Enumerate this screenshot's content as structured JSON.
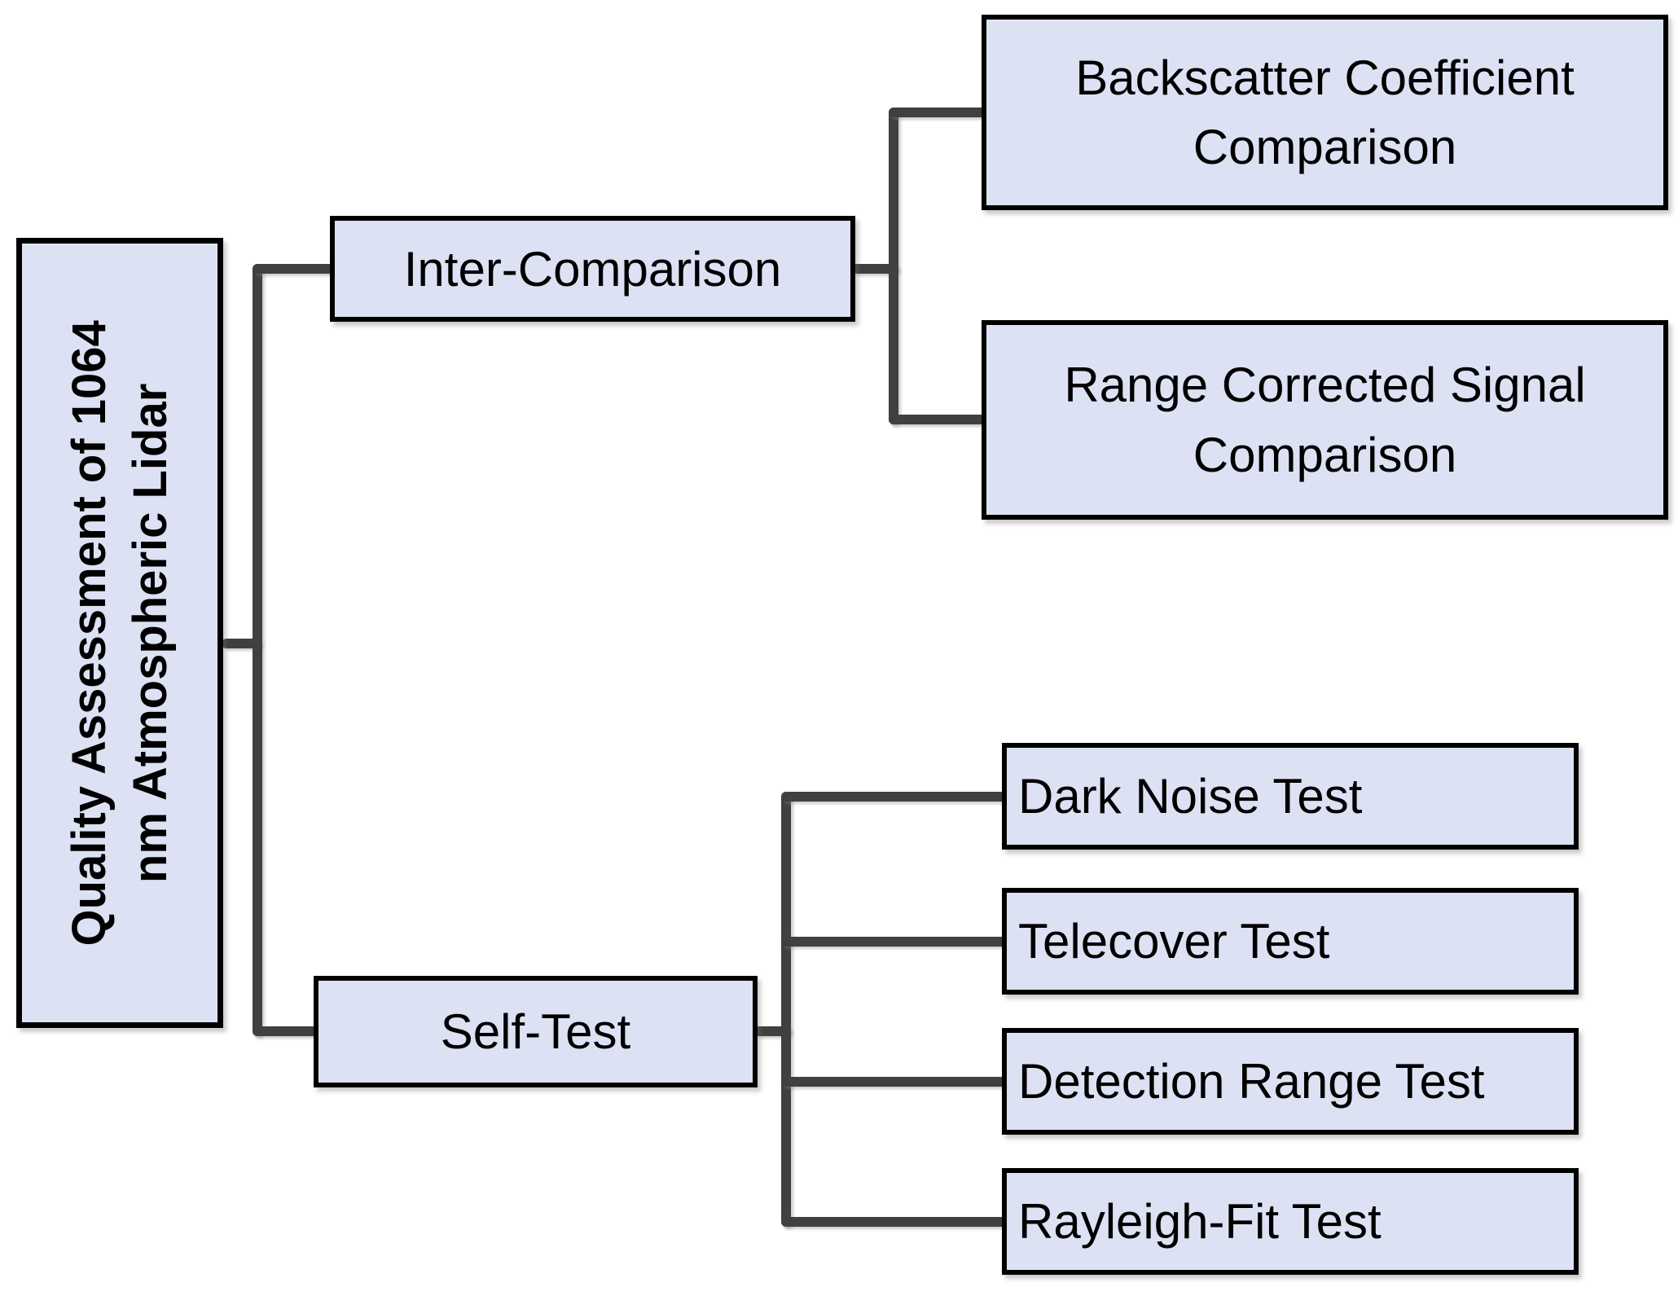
{
  "diagram": {
    "root": {
      "label_line1": "Quality Assessment of 1064",
      "label_line2": "nm Atmospheric Lidar"
    },
    "branches": {
      "inter_comparison": {
        "label": "Inter-Comparison",
        "children": {
          "backscatter": {
            "line1": "Backscatter Coefficient",
            "line2": "Comparison"
          },
          "range_corrected": {
            "line1": "Range Corrected Signal",
            "line2": "Comparison"
          }
        }
      },
      "self_test": {
        "label": "Self-Test",
        "children": {
          "dark_noise": {
            "label": "Dark Noise Test"
          },
          "telecover": {
            "label": "Telecover Test"
          },
          "detection_range": {
            "label": "Detection Range Test"
          },
          "rayleigh_fit": {
            "label": "Rayleigh-Fit Test"
          }
        }
      }
    },
    "colors": {
      "box_fill": "#dce2f3",
      "box_border": "#000000",
      "connector": "#404040",
      "text": "#000000",
      "background": "#ffffff"
    }
  }
}
